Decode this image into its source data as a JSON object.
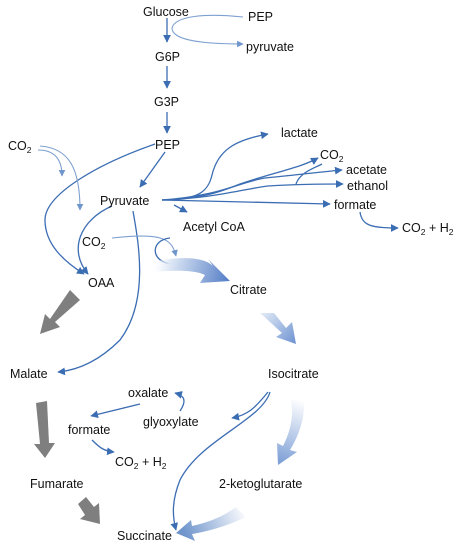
{
  "diagram": {
    "nodes": {
      "glucose": "Glucose",
      "pep_top": "PEP",
      "pyruvate_top": "pyruvate",
      "g6p": "G6P",
      "g3p": "G3P",
      "pep": "PEP",
      "co2_left_main": "CO",
      "co2_left_sub": "2",
      "pyruvate": "Pyruvate",
      "lactate": "lactate",
      "co2_right_main": "CO",
      "co2_right_sub": "2",
      "acetate": "acetate",
      "ethanol": "ethanol",
      "formate_right": "formate",
      "co2h2_right_main": "CO",
      "co2h2_right_sub": "2",
      "co2h2_right_plus": " + H",
      "co2h2_right_h2sub": "2",
      "acetyl_coa": "Acetyl CoA",
      "co2_mid_main": "CO",
      "co2_mid_sub": "2",
      "oaa": "OAA",
      "citrate": "Citrate",
      "malate": "Malate",
      "isocitrate": "Isocitrate",
      "oxalate": "oxalate",
      "glyoxylate": "glyoxylate",
      "formate_left": "formate",
      "co2h2_left_main": "CO",
      "co2h2_left_sub": "2",
      "co2h2_left_plus": " + H",
      "co2h2_left_h2sub": "2",
      "fumarate": "Fumarate",
      "ketoglutarate": "2-ketoglutarate",
      "succinate": "Succinate"
    },
    "colors": {
      "thin_arrow": "#3b6db3",
      "thin_arrow_light": "#7ea0d0",
      "reductive_branch_arrow": "#7f7f7f",
      "oxidative_branch_arrow": "#5a82c8"
    }
  }
}
